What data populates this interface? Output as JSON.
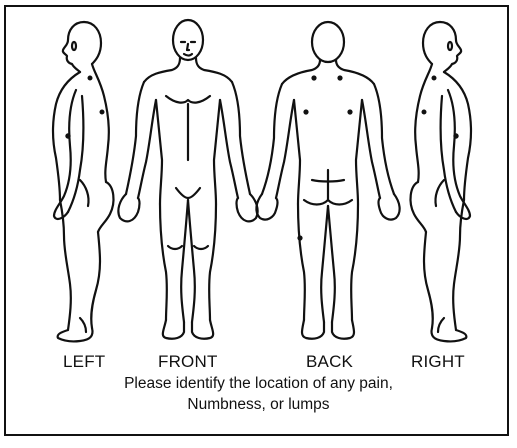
{
  "views": {
    "left": "LEFT",
    "front": "FRONT",
    "back": "BACK",
    "right": "RIGHT"
  },
  "instruction": {
    "line1": "Please identify the location of any pain,",
    "line2": "Numbness, or lumps"
  }
}
